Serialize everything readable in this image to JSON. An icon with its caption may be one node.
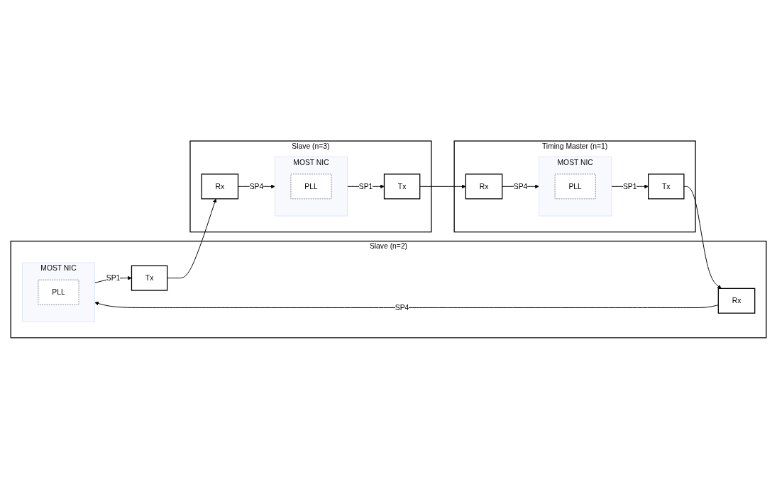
{
  "diagram": {
    "nodes": [
      {
        "text": [
          "Timing Master (n=1)"
        ]
      },
      {
        "text": [
          "MOST NIC"
        ],
        "in": 0
      },
      {
        "text": [
          "PLL"
        ],
        "in": 1
      },
      {
        "text": [
          "Rx"
        ],
        "in": 0
      },
      {
        "text": [
          "Tx"
        ],
        "in": 0
      },
      {
        "text": [
          "Slave (n=3)"
        ]
      },
      {
        "text": [
          "MOST NIC"
        ],
        "in": 5
      },
      {
        "text": [
          "PLL"
        ],
        "in": 6
      },
      {
        "text": [
          "Rx"
        ],
        "in": 5
      },
      {
        "text": [
          "Tx"
        ],
        "in": 5
      },
      {
        "text": [
          "Slave (n=2)"
        ]
      },
      {
        "text": [
          "MOST NIC"
        ],
        "in": 10
      },
      {
        "text": [
          "PLL"
        ],
        "in": 11
      },
      {
        "text": [
          "Rx"
        ],
        "in": 10
      },
      {
        "text": [
          "Tx"
        ],
        "in": 10
      }
    ],
    "edges": [
      {
        "from": 3,
        "to": 1,
        "arrow": "to",
        "label": "SP4"
      },
      {
        "from": 1,
        "to": 4,
        "arrow": "to",
        "label": "SP1"
      },
      {
        "from": 4,
        "to": 13,
        "arrow": "to"
      },
      {
        "from": 13,
        "to": 11,
        "arrow": "to",
        "label": "SP4"
      },
      {
        "from": 11,
        "to": 14,
        "arrow": "to",
        "label": "SP1"
      },
      {
        "from": 14,
        "to": 8,
        "arrow": "to"
      },
      {
        "from": 8,
        "to": 6,
        "arrow": "to",
        "label": "SP4"
      },
      {
        "from": 6,
        "to": 9,
        "arrow": "to",
        "label": "SP1"
      },
      {
        "from": 9,
        "to": 3,
        "arrow": "to"
      }
    ]
  }
}
